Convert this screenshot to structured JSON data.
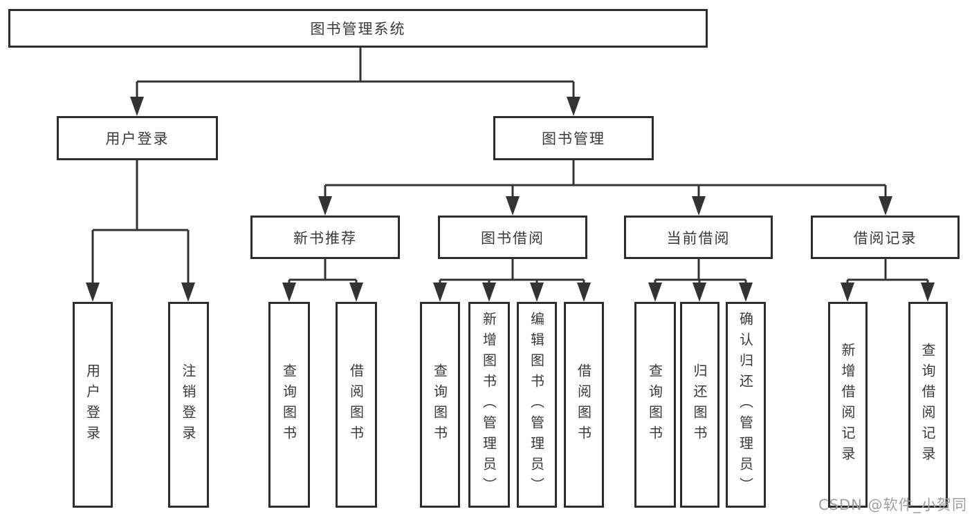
{
  "tree": {
    "root": {
      "label": "图书管理系统"
    },
    "branches": [
      {
        "label": "用户登录",
        "children": [
          {
            "label": "用户登录"
          },
          {
            "label": "注销登录"
          }
        ]
      },
      {
        "label": "图书管理",
        "children": [
          {
            "label": "新书推荐",
            "children": [
              {
                "label": "查询图书"
              },
              {
                "label": "借阅图书"
              }
            ]
          },
          {
            "label": "图书借阅",
            "children": [
              {
                "label": "查询图书"
              },
              {
                "label": "新增图书（管理员）"
              },
              {
                "label": "编辑图书（管理员）"
              },
              {
                "label": "借阅图书"
              }
            ]
          },
          {
            "label": "当前借阅",
            "children": [
              {
                "label": "查询图书"
              },
              {
                "label": "归还图书"
              },
              {
                "label": "确认归还（管理员）"
              }
            ]
          },
          {
            "label": "借阅记录",
            "children": [
              {
                "label": "新增借阅记录"
              },
              {
                "label": "查询借阅记录"
              }
            ]
          }
        ]
      }
    ]
  },
  "watermark": {
    "text": "CSDN @软件_小贺同学"
  },
  "colors": {
    "line": "#333333",
    "box_border": "#2d2d2d",
    "text": "#3a3a3a",
    "watermark": "#9d9da2",
    "background": "#ffffff"
  }
}
